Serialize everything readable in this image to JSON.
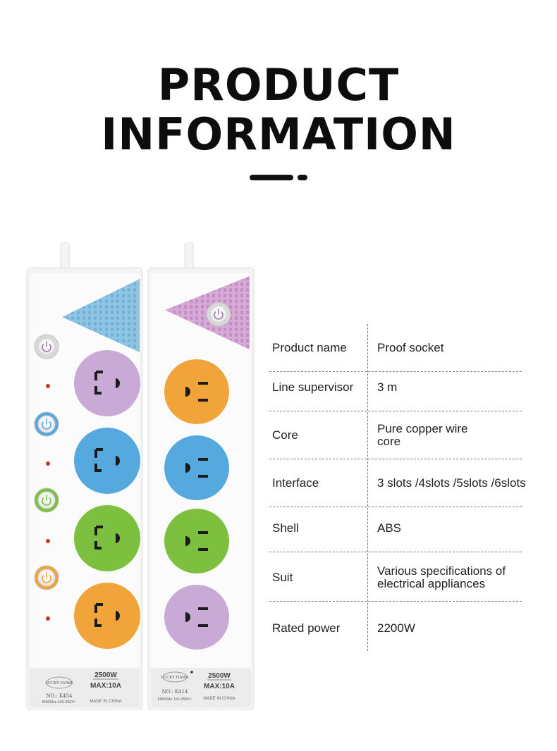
{
  "header": {
    "title_line1": "PRODUCT",
    "title_line2": "INFORMATION"
  },
  "products": [
    {
      "model": "NO.: K454",
      "brand": "LUCKY HAWK",
      "power": "2500W",
      "current": "MAX:10A",
      "rating": "50/60Hz 110-250V~",
      "origin": "MADE IN CHINA",
      "accent": "#8fc4e4",
      "sockets": [
        "#c9a9d6",
        "#56a9de",
        "#7dbf3e",
        "#f0a43a"
      ],
      "switches": [
        "#d9d9d9",
        "#56a9de",
        "#7dbf3e",
        "#f0a43a"
      ]
    },
    {
      "model": "NO.: K414",
      "brand": "LUCKY HAWK",
      "power": "2500W",
      "current": "MAX:10A",
      "rating": "50/60Hz 110-250V~",
      "origin": "MADE IN CHINA",
      "accent": "#d7a9d6",
      "sockets": [
        "#f0a43a",
        "#56a9de",
        "#7dbf3e",
        "#c9a9d6"
      ],
      "switches": [
        "#d9d9d9"
      ]
    }
  ],
  "specs": [
    {
      "label": "Product name",
      "value": "Proof socket"
    },
    {
      "label": "Line supervisor",
      "value": "3 m"
    },
    {
      "label": "Core",
      "value": "Pure copper wire core"
    },
    {
      "label": "Interface",
      "value": "3 slots /4slots /5slots /6slots"
    },
    {
      "label": "Shell",
      "value": "ABS"
    },
    {
      "label": "Suit",
      "value": "Various specifications of electrical appliances"
    },
    {
      "label": "Rated power",
      "value": "2200W"
    }
  ]
}
